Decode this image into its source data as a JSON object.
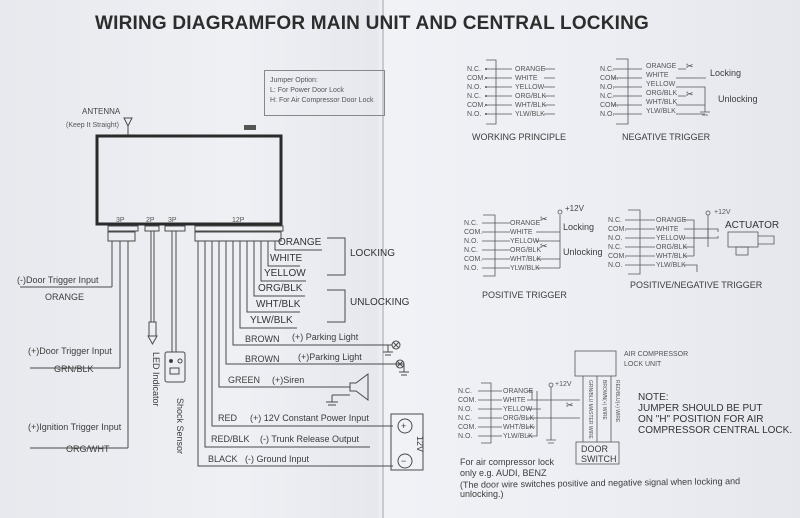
{
  "title": "WIRING DIAGRAMFOR MAIN UNIT AND CENTRAL LOCKING",
  "colors": {
    "ink": "#3a3a3a",
    "paper": "#eceef3",
    "box_border": "#2a2a2a"
  },
  "jumper": {
    "heading": "Jumper Option:",
    "line_l": "L: For Power Door Lock",
    "line_h": "H: For Air Compressor Door Lock"
  },
  "antenna": {
    "label": "ANTENNA",
    "note": "(Keep It Straight)",
    "icon": "antenna-icon"
  },
  "connectors": [
    "3P",
    "2P",
    "3P",
    "12P"
  ],
  "left_inputs": [
    {
      "label": "(-)Door Trigger Input",
      "color": "ORANGE"
    },
    {
      "label": "(+)Door Trigger Input",
      "color": "GRN/BLK"
    },
    {
      "label": "(+)Ignition Trigger Input",
      "color": "ORG/WHT"
    }
  ],
  "led_label": "LED Indicator",
  "shock_label": "Shock Sensor",
  "lock_wires": [
    "ORANGE",
    "WHITE",
    "YELLOW",
    "ORG/BLK",
    "WHT/BLK",
    "YLW/BLK"
  ],
  "lock_groups": {
    "locking": "LOCKING",
    "unlocking": "UNLOCKING"
  },
  "outputs": [
    {
      "color": "BROWN",
      "desc": "(+) Parking Light"
    },
    {
      "color": "BROWN",
      "desc": "(+)Parking Light"
    },
    {
      "color": "GREEN",
      "desc": "(+)Siren"
    },
    {
      "color": "RED",
      "desc": "(+) 12V Constant Power Input"
    },
    {
      "color": "RED/BLK",
      "desc": "(-) Trunk Release Output"
    },
    {
      "color": "BLACK",
      "desc": "(-) Ground Input"
    }
  ],
  "battery": {
    "label": "12V",
    "plus": "+",
    "minus": "−"
  },
  "relay_contacts": [
    "N.C.",
    "COM.",
    "N.O.",
    "N.C.",
    "COM.",
    "N.O."
  ],
  "relay_wires": [
    "ORANGE",
    "WHITE",
    "YELLOW",
    "ORG/BLK",
    "WHT/BLK",
    "YLW/BLK"
  ],
  "working_principle": {
    "caption": "WORKING PRINCIPLE"
  },
  "negative_trigger": {
    "caption": "NEGATIVE TRIGGER",
    "locking": "Locking",
    "unlocking": "Unlocking"
  },
  "positive_trigger": {
    "caption": "POSITIVE TRIGGER",
    "supply": "+12V",
    "locking": "Locking",
    "unlocking": "Unlocking"
  },
  "posneg_trigger": {
    "caption": "POSITIVE/NEGATIVE TRIGGER",
    "supply": "+12V",
    "actuator": "ACTUATOR"
  },
  "air_compressor": {
    "supply": "+12V",
    "unit_line1": "AIR COMPRESSOR",
    "unit_line2": "LOCK UNIT",
    "wire1": "GRN/BLU MASTER WIRE",
    "wire2": "BROWN(+) WIRE",
    "wire3": "RED/BLU(+) WIRE",
    "door_switch_1": "DOOR",
    "door_switch_2": "SWITCH",
    "note_1": "For air compressor lock",
    "note_2": "only e.g. AUDI, BENZ",
    "note_3": "(The door wire switches positive and negative signal when locking and",
    "note_4": "unlocking.)"
  },
  "jumper_note": {
    "line1": "NOTE:",
    "line2": "JUMPER  SHOULD BE PUT",
    "line3": "ON \"H\" POSITION FOR AIR",
    "line4": "COMPRESSOR CENTRAL LOCK."
  }
}
